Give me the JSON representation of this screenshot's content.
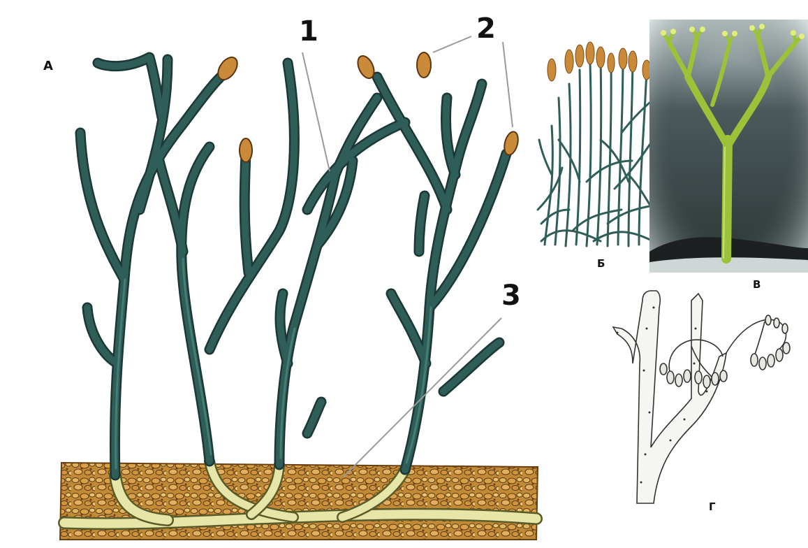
{
  "figure": {
    "panel_labels": {
      "a": "А",
      "b": "Б",
      "v": "В",
      "g": "Г"
    },
    "callouts": [
      "1",
      "2",
      "3"
    ]
  },
  "colors": {
    "stem": "#2e5a55",
    "stem_outline": "#1c3836",
    "sporangium": "#c98a3a",
    "rhizome": "#e6e6a8",
    "soil_base": "#b77d2a",
    "soil_dark": "#7a4a14",
    "photo_bg": "#3a4848",
    "plant_green": "#9cc23a"
  }
}
